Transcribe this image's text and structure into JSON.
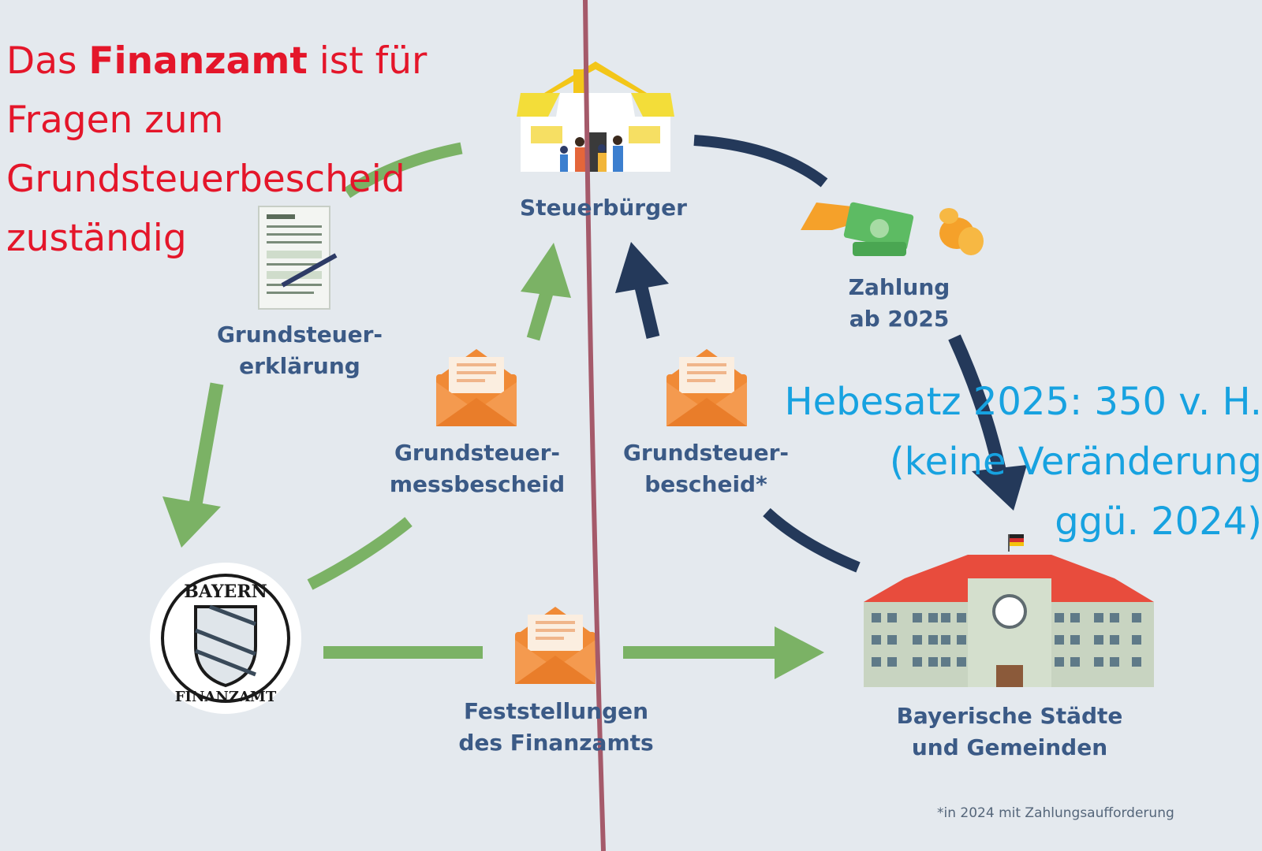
{
  "colors": {
    "green_arrow": "#7bb265",
    "navy_arrow": "#24395a",
    "label_blue": "#3b5a86",
    "note_red": "#e4162a",
    "note_blue": "#17a2e0",
    "envelope_orange": "#f08a36",
    "divider_line": "#a55a6a"
  },
  "nodes": {
    "citizen": {
      "label": "Steuerbürger",
      "icon": "house-family-icon"
    },
    "declaration": {
      "label_line1": "Grundsteuer-",
      "label_line2": "erklärung",
      "icon": "tax-form-icon"
    },
    "tax_office": {
      "icon": "bavaria-finanzamt-seal-icon",
      "seal_top": "BAYERN",
      "seal_bottom": "FINANZAMT"
    },
    "assessment": {
      "label_line1": "Grundsteuer-",
      "label_line2": "messbescheid",
      "icon": "envelope-icon"
    },
    "tax_notice": {
      "label_line1": "Grundsteuer-",
      "label_line2": "bescheid*",
      "icon": "envelope-icon"
    },
    "findings": {
      "label_line1": "Feststellungen",
      "label_line2": "des Finanzamts",
      "icon": "envelope-icon"
    },
    "payment": {
      "label_line1": "Zahlung",
      "label_line2": "ab 2025",
      "icon": "money-hand-icon"
    },
    "municipality": {
      "label_line1": "Bayerische Städte",
      "label_line2": "und Gemeinden",
      "icon": "town-hall-icon"
    }
  },
  "annotations": {
    "red_note": {
      "prefix": "Das ",
      "bold": "Finanzamt",
      "suffix": " ist für",
      "line2": "Fragen zum",
      "line3": "Grundsteuerbescheid",
      "line4": "zuständig"
    },
    "blue_note": {
      "line1": "Hebesatz 2025: 350 v. H.",
      "line2": "(keine Veränderung",
      "line3": "ggü. 2024)"
    },
    "footnote": "*in 2024 mit Zahlungsaufforderung"
  }
}
